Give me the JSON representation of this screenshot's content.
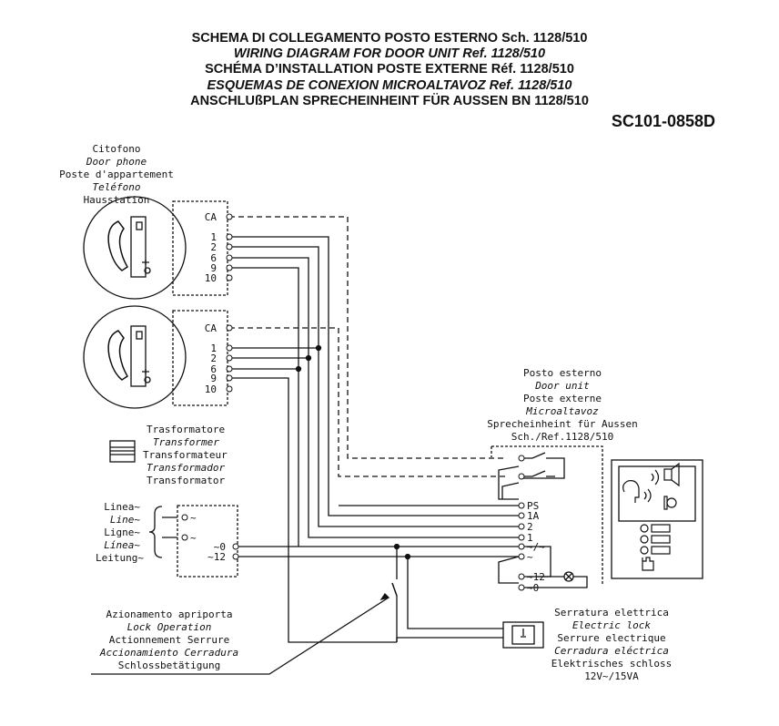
{
  "header": {
    "line1": "SCHEMA DI COLLEGAMENTO POSTO ESTERNO Sch. 1128/510",
    "line2": "WIRING DIAGRAM FOR DOOR UNIT Ref. 1128/510",
    "line3": "SCHÉMA D’INSTALLATION POSTE EXTERNE Réf. 1128/510",
    "line4": "ESQUEMAS DE CONEXION MICROALTAVOZ Ref. 1128/510",
    "line5": "ANSCHLUßPLAN SPRECHEINHEINT FÜR AUSSEN BN 1128/510",
    "code": "SC101-0858D"
  },
  "door_phone": {
    "labels": [
      "Citofono",
      "Door phone",
      "Poste d'appartement",
      "Teléfono",
      "Hausstation"
    ],
    "terminals": [
      "CA",
      "1",
      "2",
      "6",
      "9",
      "10"
    ]
  },
  "transformer": {
    "labels": [
      "Trasformatore",
      "Transformer",
      "Transformateur",
      "Transformador",
      "Transformator"
    ],
    "inputs": [
      "~",
      "~"
    ],
    "outputs": [
      "~0",
      "~12"
    ]
  },
  "line": {
    "labels": [
      "Linea~",
      "Line~",
      "Ligne~",
      "Línea~",
      "Leitung~"
    ]
  },
  "door_unit": {
    "labels": [
      "Posto esterno",
      "Door unit",
      "Poste externe",
      "Microaltavoz",
      "Sprecheinheint für Aussen",
      "Sch./Ref.1128/510"
    ],
    "terminals": [
      "PS",
      "1A",
      "2",
      "1",
      "~/~",
      "~",
      "~12",
      "~0"
    ]
  },
  "lock_operation": {
    "labels": [
      "Azionamento apriporta",
      "Lock Operation",
      "Actionnement Serrure",
      "Accionamiento Cerradura",
      "Schlossbetätigung"
    ]
  },
  "electric_lock": {
    "labels": [
      "Serratura elettrica",
      "Electric lock",
      "Serrure electrique",
      "Cerradura eléctrica",
      "Elektrisches schloss"
    ],
    "rating": "12V~/15VA"
  }
}
